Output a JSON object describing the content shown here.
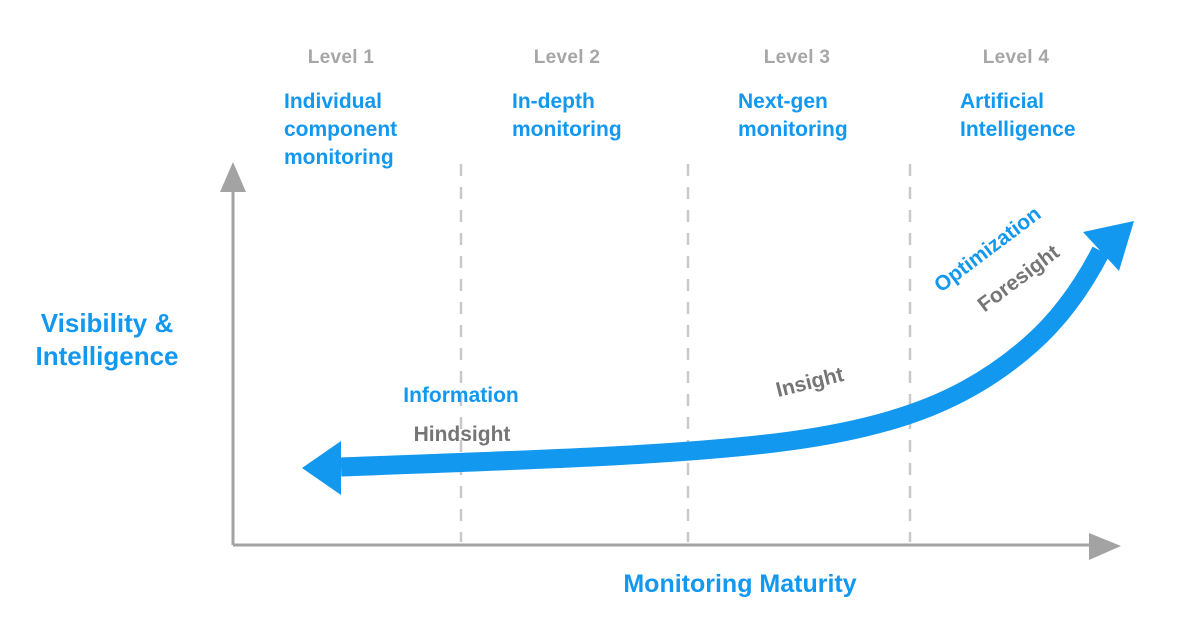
{
  "colors": {
    "blue": "#1398F0",
    "level_gray": "#A6A6A6",
    "annotation_gray": "#757575",
    "axis_gray": "#A3A3A3",
    "dash_gray": "#C9C9C9",
    "background": "#FFFFFF"
  },
  "axes": {
    "y_label_line1": "Visibility &",
    "y_label_line2": "Intelligence",
    "x_label": "Monitoring Maturity"
  },
  "levels": [
    {
      "level": "Level 1",
      "title": "Individual component monitoring"
    },
    {
      "level": "Level 2",
      "title": "In-depth monitoring"
    },
    {
      "level": "Level 3",
      "title": "Next-gen monitoring"
    },
    {
      "level": "Level 4",
      "title": "Artificial Intelligence"
    }
  ],
  "annotations": {
    "information": "Information",
    "hindsight": "Hindsight",
    "insight": "Insight",
    "optimization": "Optimization",
    "foresight": "Foresight"
  }
}
